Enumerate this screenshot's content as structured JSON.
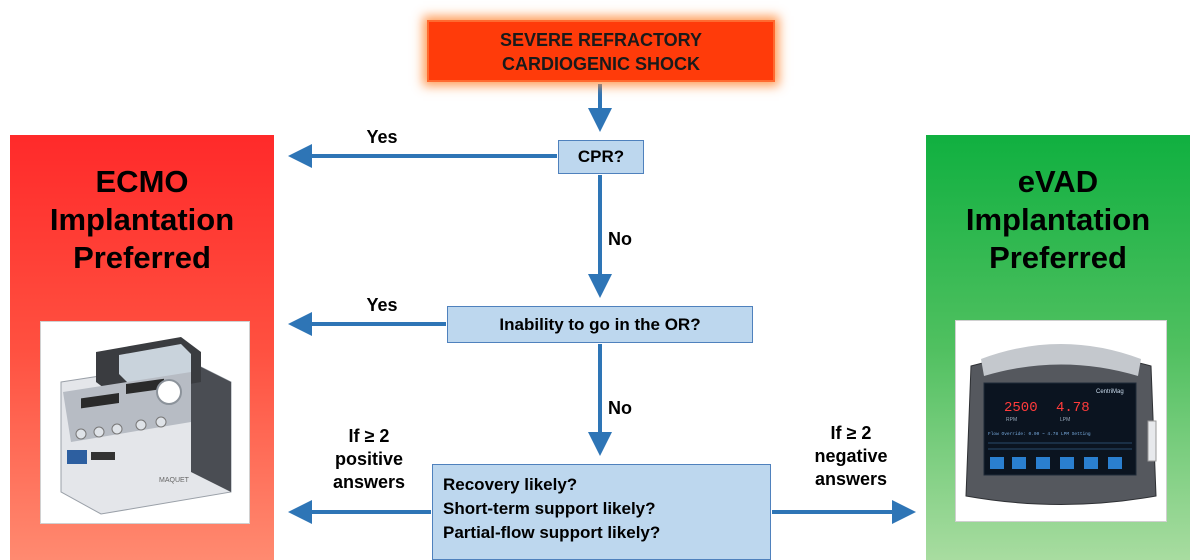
{
  "start": {
    "text": "SEVERE REFRACTORY\nCARDIOGENIC SHOCK"
  },
  "questions": {
    "cpr": "CPR?",
    "or": "Inability to go in the OR?",
    "final": [
      "Recovery  likely?",
      "Short-term support likely?",
      "Partial-flow support likely?"
    ]
  },
  "labels": {
    "yes_cpr": "Yes",
    "no_cpr": "No",
    "yes_or": "Yes",
    "no_or": "No",
    "left_condition": "If ≥ 2\npositive\nanswers",
    "right_condition": "If ≥ 2\nnegative\nanswers"
  },
  "outcomes": {
    "ecmo": {
      "title": "ECMO\nImplantation\nPreferred",
      "color_top": "#ff2a2a",
      "color_bottom": "#ff8a70",
      "device_label": "MAQUET"
    },
    "evad": {
      "title": "eVAD\nImplantation\nPreferred",
      "color_top": "#10b040",
      "color_bottom": "#a8dca0",
      "device_label": "CentriMag",
      "display": [
        "2500",
        "4.78",
        "RPM",
        "LPM"
      ],
      "status_text": "Flow Override:   0.00 ~ 4.78 LPM Setting"
    }
  },
  "colors": {
    "arrow": "#2e75b6",
    "question_fill": "#bdd7ee",
    "question_border": "#4f81bd",
    "start_fill": "#ff3b0a"
  }
}
